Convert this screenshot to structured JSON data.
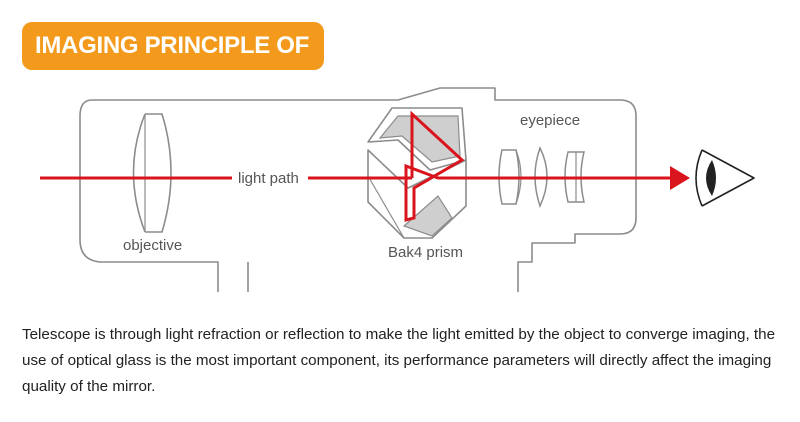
{
  "banner": {
    "title": "IMAGING PRINCIPLE OF"
  },
  "diagram": {
    "labels": {
      "light_path": "light path",
      "objective": "objective",
      "eyepiece": "eyepiece",
      "prism": "Bak4 prism"
    }
  },
  "description": "Telescope is through light refraction or reflection to make the light emitted by the object to converge imaging, the use of optical glass is the most important component, its performance parameters will directly affect the imaging quality of the mirror.",
  "colors": {
    "banner": "#f39a1c",
    "light_path": "#d9141c",
    "outline": "#8c8c8c",
    "prism_fill": "#cfcfcf"
  }
}
